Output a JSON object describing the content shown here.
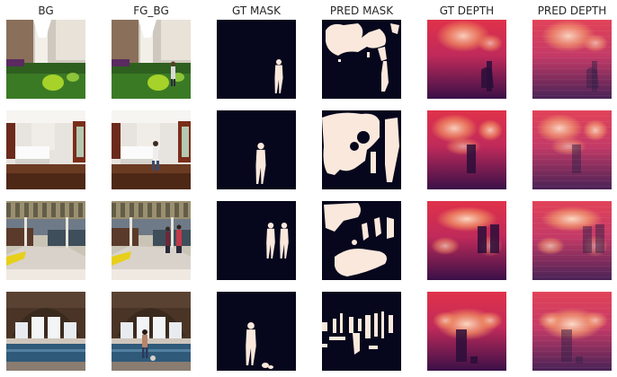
{
  "columns": [
    "BG",
    "FG_BG",
    "GT MASK",
    "PRED MASK",
    "GT DEPTH",
    "PRED DEPTH"
  ],
  "rows": [
    {
      "scene": "park"
    },
    {
      "scene": "kitchen"
    },
    {
      "scene": "mall"
    },
    {
      "scene": "pool"
    }
  ],
  "colors": {
    "mask_background": "#06061c",
    "mask_foreground": "#fbe8dc",
    "depth_far": "#fde0c8",
    "depth_mid": "#e0324a",
    "depth_near": "#3a1048"
  }
}
